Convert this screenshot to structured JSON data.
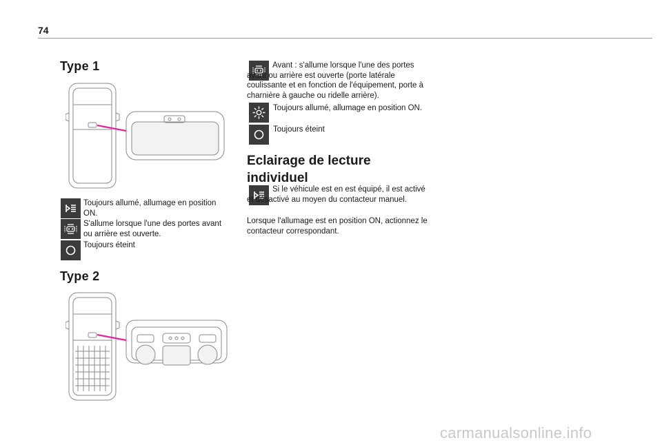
{
  "page_number": "74",
  "type1": {
    "heading": "Type 1",
    "items": [
      {
        "icon": "reading-light-icon",
        "text": "Toujours allumé, allumage en position ON."
      },
      {
        "icon": "door-light-icon",
        "text": "S'allume lorsque l'une des portes avant ou arrière est ouverte."
      },
      {
        "icon": "light-off-icon",
        "text": "Toujours éteint"
      }
    ]
  },
  "type2": {
    "heading": "Type 2",
    "items": [
      {
        "icon": "door-light-icon",
        "text": "Avant : s'allume lorsque l'une des portes avant ou arrière est ouverte (porte latérale coulissante et en fonction de l'équipement, porte à charnière à gauche ou ridelle arrière)."
      },
      {
        "icon": "sun-light-icon",
        "text": "Toujours allumé, allumage en position ON."
      },
      {
        "icon": "light-off-icon",
        "text": "Toujours éteint"
      }
    ]
  },
  "reading_light": {
    "heading": "Eclairage de lecture individuel",
    "text1": "Si le véhicule est en est équipé, il est activé et désactivé au moyen du contacteur manuel.",
    "text2": "Lorsque l'allumage est en position ON, actionnez le contacteur correspondant."
  },
  "watermark": "carmanualsonline.info",
  "colors": {
    "icon_bg": "#3b3b3b",
    "pointer": "#e0279a",
    "line_art": "#7a7a7a"
  }
}
